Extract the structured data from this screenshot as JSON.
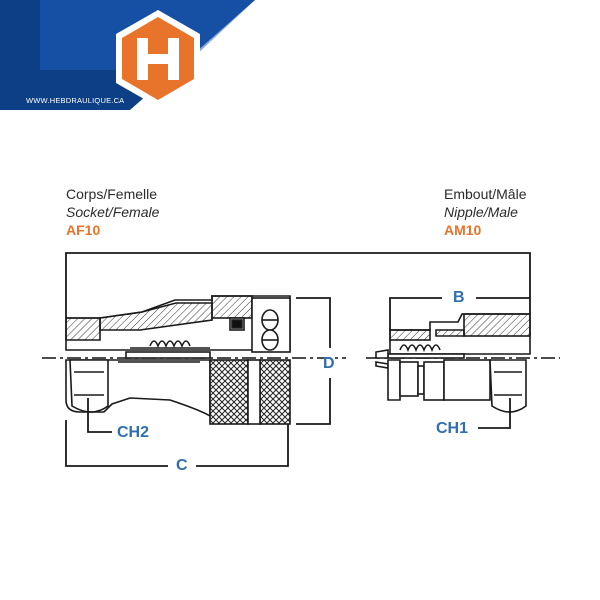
{
  "brand": {
    "url": "WWW.HEBDRAULIQUE.CA",
    "logo_letter": "H",
    "colors": {
      "navy": "#0d3f86",
      "blue": "#1f5fbf",
      "orange": "#e8732a",
      "dim_blue": "#2f6fb0"
    }
  },
  "socket": {
    "label_fr": "Corps/Femelle",
    "label_en": "Socket/Female",
    "code": "AF10"
  },
  "nipple": {
    "label_fr": "Embout/Mâle",
    "label_en": "Nipple/Male",
    "code": "AM10"
  },
  "dimensions": {
    "b": "B",
    "c": "C",
    "d": "D",
    "ch1": "CH1",
    "ch2": "CH2"
  }
}
